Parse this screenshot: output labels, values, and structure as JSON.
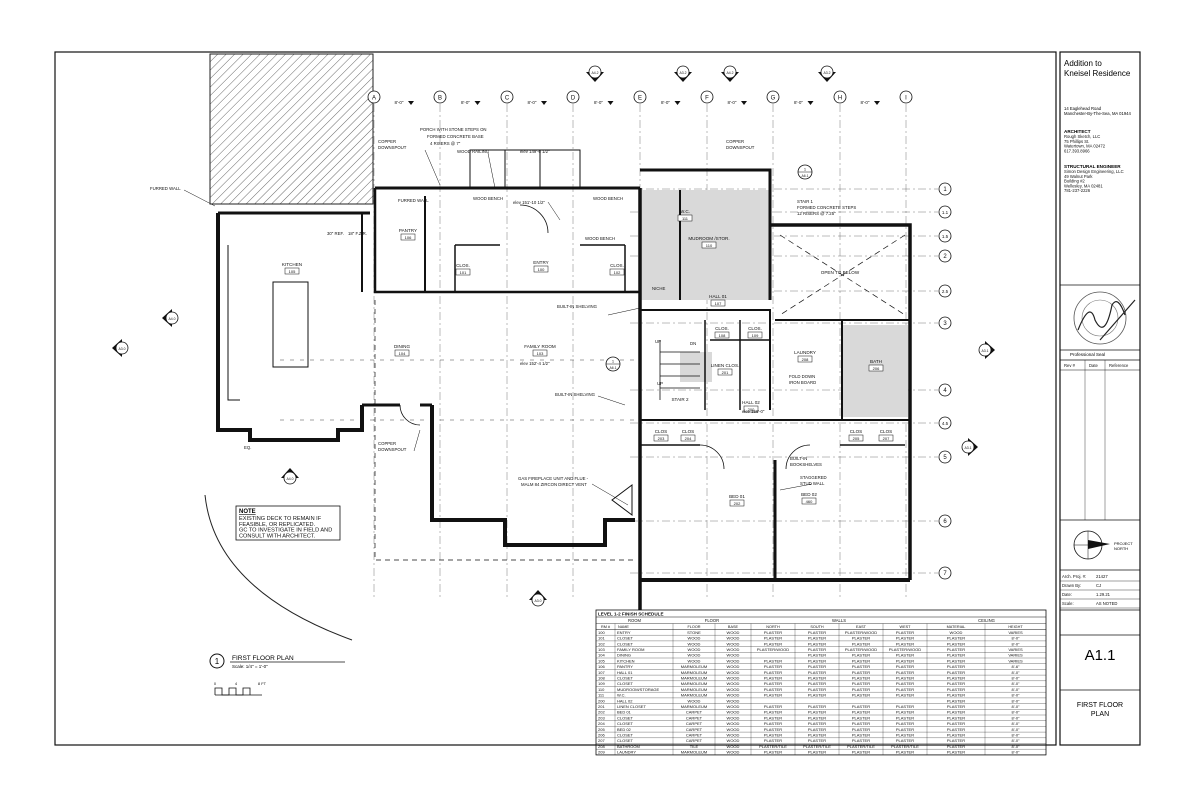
{
  "project": {
    "title_line1": "Addition to",
    "title_line2": "Kneisel Residence",
    "address_line1": "14 Eaglehead Road",
    "address_line2": "Manchester-By-The-Sea, MA 01944"
  },
  "architect": {
    "heading": "ARCHITECT",
    "lines": [
      "Rough Sketch, LLC",
      "75 Phillips St.",
      "Watertown, MA 02472",
      "617.393.8966"
    ]
  },
  "engineer": {
    "heading": "STRUCTURAL ENGINEER",
    "lines": [
      "Simon Design Engineering, LLC",
      "49 Walnut Park",
      "Building #2",
      "Wellesley, MA 02481",
      "781-237-2226"
    ]
  },
  "seal": {
    "label": "Professional Seal"
  },
  "revisions": {
    "headers": [
      "Rev #",
      "Date",
      "Reference"
    ]
  },
  "north": {
    "label_line1": "PROJECT",
    "label_line2": "NORTH"
  },
  "sheet_info": [
    {
      "label": "Arch. Proj. #:",
      "value": "21427"
    },
    {
      "label": "Drawn By:",
      "value": "CJ"
    },
    {
      "label": "Date:",
      "value": "1.29.21"
    },
    {
      "label": "Scale:",
      "value": "AS NOTED"
    }
  ],
  "sheet_number": "A1.1",
  "sheet_title_line1": "FIRST FLOOR",
  "sheet_title_line2": "PLAN",
  "plan_title": {
    "number": "1",
    "title": "FIRST FLOOR PLAN",
    "scale": "Scale: 1/4\" = 1'-0\"",
    "scalebar": [
      "0",
      "4",
      "8 FT"
    ]
  },
  "note": {
    "heading": "NOTE",
    "lines": [
      "EXISTING DECK TO REMAIN IF",
      "FEASIBLE, OR REPLICATED.",
      "GC TO INVESTIGATE IN FIELD AND",
      "CONSULT WITH ARCHITECT."
    ]
  },
  "grid_columns": [
    "A",
    "B",
    "C",
    "D",
    "E",
    "F",
    "G",
    "H",
    "I"
  ],
  "grid_rows": [
    "1",
    "1.1",
    "1.5",
    "2",
    "2.5",
    "3",
    "4",
    "4.5",
    "5",
    "6",
    "7"
  ],
  "grid_spacing": "8'-0\"",
  "rooms": [
    {
      "name": "KITCHEN",
      "num": "105"
    },
    {
      "name": "PANTRY",
      "num": "106"
    },
    {
      "name": "DINING",
      "num": "104"
    },
    {
      "name": "FAMILY ROOM",
      "num": "103"
    },
    {
      "name": "ENTRY",
      "num": "100"
    },
    {
      "name": "CLOS.",
      "num": "101"
    },
    {
      "name": "CLOS.",
      "num": "102"
    },
    {
      "name": "MUDROOM /STOR.",
      "num": "110"
    },
    {
      "name": "W.C.",
      "num": "111"
    },
    {
      "name": "HALL 01",
      "num": "107"
    },
    {
      "name": "CLOS.",
      "num": "108"
    },
    {
      "name": "CLOS.",
      "num": "109"
    },
    {
      "name": "LINEN CLOS.",
      "num": "201"
    },
    {
      "name": "LAUNDRY",
      "num": "208"
    },
    {
      "name": "BATH",
      "num": "206"
    },
    {
      "name": "HALL 02",
      "num": "200"
    },
    {
      "name": "CLOS",
      "num": "203"
    },
    {
      "name": "CLOS",
      "num": "204"
    },
    {
      "name": "CLOS",
      "num": "205"
    },
    {
      "name": "CLOS",
      "num": "207"
    },
    {
      "name": "BED 01",
      "num": "202"
    },
    {
      "name": "BED 02",
      "num": "460"
    },
    {
      "name": "OPEN TO BELOW",
      "num": ""
    },
    {
      "name": "STAIR 2",
      "num": ""
    }
  ],
  "annotations": [
    "FURRED WALL",
    "FURRED WALL",
    "PORCH WITH STONE STEPS ON",
    "FORMED CONCRETE BASE",
    "4 RISERS @ 7\"",
    "COPPER",
    "DOWNSPOUT",
    "WOOD RAILING",
    "elev 149'-6 1/2\"",
    "COPPER",
    "DOWNSPOUT",
    "WOOD BENCH",
    "WOOD BENCH",
    "elev 151'-10 1/2\"",
    "WOOD BENCH",
    "STAIR 1",
    "FORMED CONCRETE STEPS",
    "12 RISERS @ 7.25\"",
    "BUILT-IN SHELVING",
    "elev 152'-4 1/2\"",
    "BUILT-IN SHELVING",
    "NICHE",
    "FOLD DOWN",
    "IRON BOARD",
    "elev 156'-0\"",
    "BUILT-IN",
    "BOOKSHELVES",
    "STAGGERED",
    "STUD WALL",
    "COPPER",
    "DOWNSPOUT",
    "GAS FIREPLACE UNIT AND FLUE -",
    "MALM 84 ZIRCON DIRECT VENT",
    "EQ.",
    "UP",
    "UP",
    "DN",
    "30\" REF.",
    "18\" F.Z.R."
  ],
  "section_marks": [
    "A4.2",
    "A3.2",
    "A4.2",
    "A3.2",
    "A4.0",
    "A3.0",
    "A3.1",
    "A3.1",
    "A4.0",
    "A3.0",
    "A6.1",
    "A6.1",
    "A5.0"
  ],
  "schedule": {
    "title": "LEVEL 1-2 FINISH SCHEDULE",
    "group_headers": [
      "ROOM",
      "FLOOR",
      "WALLS",
      "CEILING"
    ],
    "headers": [
      "RM #",
      "NAME",
      "FLOOR",
      "BASE",
      "NORTH",
      "SOUTH",
      "EAST",
      "WEST",
      "MATERIAL",
      "HEIGHT"
    ],
    "rows": [
      [
        "100",
        "ENTRY",
        "STONE",
        "WOOD",
        "PLASTER",
        "PLASTER",
        "PLASTER/WOOD",
        "PLASTER",
        "WOOD",
        "VARIES"
      ],
      [
        "101",
        "CLOSET",
        "WOOD",
        "WOOD",
        "PLASTER",
        "PLASTER",
        "PLASTER",
        "PLASTER",
        "PLASTER",
        "8'-0\""
      ],
      [
        "102",
        "CLOSET",
        "WOOD",
        "WOOD",
        "PLASTER",
        "PLASTER",
        "PLASTER",
        "PLASTER",
        "PLASTER",
        "8'-0\""
      ],
      [
        "103",
        "FAMILY ROOM",
        "WOOD",
        "WOOD",
        "PLASTER/WOOD",
        "PLASTER",
        "PLASTER/WOOD",
        "PLASTER/WOOD",
        "PLASTER",
        "VARIES"
      ],
      [
        "104",
        "DINING",
        "WOOD",
        "WOOD",
        "",
        "PLASTER",
        "PLASTER",
        "PLASTER",
        "PLASTER",
        "VARIES"
      ],
      [
        "105",
        "KITCHEN",
        "WOOD",
        "WOOD",
        "PLASTER",
        "PLASTER",
        "PLASTER",
        "PLASTER",
        "PLASTER",
        "VARIES"
      ],
      [
        "106",
        "PANTRY",
        "MARMOLEUM",
        "WOOD",
        "PLASTER",
        "PLASTER",
        "PLASTER",
        "PLASTER",
        "PLASTER",
        "8'-6\""
      ],
      [
        "107",
        "HALL 01",
        "MARMOLEUM",
        "WOOD",
        "PLASTER",
        "PLASTER",
        "PLASTER",
        "PLASTER",
        "PLASTER",
        "8'-0\""
      ],
      [
        "108",
        "CLOSET",
        "MARMOLEUM",
        "WOOD",
        "PLASTER",
        "PLASTER",
        "PLASTER",
        "PLASTER",
        "PLASTER",
        "8'-0\""
      ],
      [
        "109",
        "CLOSET",
        "MARMOLEUM",
        "WOOD",
        "PLASTER",
        "PLASTER",
        "PLASTER",
        "PLASTER",
        "PLASTER",
        "8'-0\""
      ],
      [
        "110",
        "MUDROOM/STORAGE",
        "MARMOLEUM",
        "WOOD",
        "PLASTER",
        "PLASTER",
        "PLASTER",
        "PLASTER",
        "PLASTER",
        "8'-0\""
      ],
      [
        "111",
        "W.C.",
        "MARMOLEUM",
        "WOOD",
        "PLASTER",
        "PLASTER",
        "PLASTER",
        "PLASTER",
        "PLASTER",
        "8'-0\""
      ],
      [
        "200",
        "HALL 02",
        "WOOD",
        "WOOD",
        "",
        "",
        "",
        "",
        "PLASTER",
        "8'-0\""
      ],
      [
        "201",
        "LINEN CLOSET",
        "MARMOLEUM",
        "WOOD",
        "PLASTER",
        "PLASTER",
        "PLASTER",
        "PLASTER",
        "PLASTER",
        "8'-0\""
      ],
      [
        "202",
        "BED 01",
        "CARPET",
        "WOOD",
        "PLASTER",
        "PLASTER",
        "PLASTER",
        "PLASTER",
        "PLASTER",
        "8'-0\""
      ],
      [
        "203",
        "CLOSET",
        "CARPET",
        "WOOD",
        "PLASTER",
        "PLASTER",
        "PLASTER",
        "PLASTER",
        "PLASTER",
        "8'-0\""
      ],
      [
        "204",
        "CLOSET",
        "CARPET",
        "WOOD",
        "PLASTER",
        "PLASTER",
        "PLASTER",
        "PLASTER",
        "PLASTER",
        "8'-0\""
      ],
      [
        "205",
        "BED 02",
        "CARPET",
        "WOOD",
        "PLASTER",
        "PLASTER",
        "PLASTER",
        "PLASTER",
        "PLASTER",
        "8'-0\""
      ],
      [
        "206",
        "CLOSET",
        "CARPET",
        "WOOD",
        "PLASTER",
        "PLASTER",
        "PLASTER",
        "PLASTER",
        "PLASTER",
        "8'-0\""
      ],
      [
        "207",
        "CLOSET",
        "CARPET",
        "WOOD",
        "PLASTER",
        "PLASTER",
        "PLASTER",
        "PLASTER",
        "PLASTER",
        "8'-0\""
      ],
      [
        "208",
        "BATHROOM",
        "TILE",
        "WOOD",
        "PLASTER/TILE",
        "PLASTER/TILE",
        "PLASTER/TILE",
        "PLASTER/TILE",
        "PLASTER",
        "8'-0\""
      ],
      [
        "209",
        "LAUNDRY",
        "MARMOLEUM",
        "WOOD",
        "PLASTER",
        "PLASTER",
        "PLASTER",
        "PLASTER",
        "PLASTER",
        "8'-0\""
      ]
    ]
  }
}
